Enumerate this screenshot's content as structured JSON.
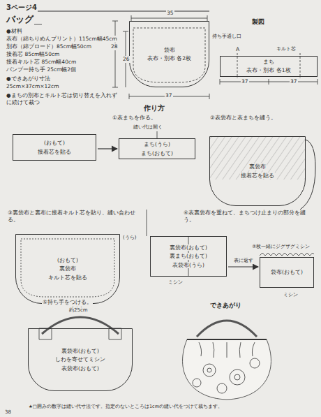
{
  "diagram": {
    "nodes": [
      {
        "text": [
          "袋布",
          "表布・別布 各2枚"
        ]
      },
      {
        "text": [
          "まち",
          "表布・別布 各1枚"
        ]
      },
      {
        "text": [
          "(おもて)",
          "接着芯を貼る"
        ]
      },
      {
        "text": [
          "まち(うら)",
          "まち(おもて)"
        ]
      },
      {
        "text": [
          "裏袋布",
          "接着芯を貼る"
        ]
      },
      {
        "text": [
          "(おもて)",
          "裏袋布",
          "キルト芯を貼る"
        ]
      },
      {
        "text": [
          "裏袋布(おもて)",
          "裏まち(おもて)",
          "表袋布(うら)"
        ]
      },
      {
        "text": [
          "袋布(おもて)"
        ]
      },
      {
        "text": [
          "裏袋布(おもて)",
          "しわを寄せてミシン",
          "表袋布(おもて)"
        ]
      }
    ],
    "edges": [
      {
        "from": 2,
        "to": 3,
        "arrow": "to"
      },
      {
        "from": 6,
        "to": 7,
        "arrow": "to",
        "label": "表に返す"
      }
    ],
    "labels": [
      "3ページ4",
      "バッグ",
      "●材料",
      "表布（綿ちりめんプリント）115cm幅45cm",
      "別布（綿ブロード）85cm幅50cm",
      "接着芯 85cm幅50cm",
      "接着キルト芯 85cm幅40cm",
      "バンブー持ち手 25cm幅2個",
      "●できあがり寸法",
      "25cm×37cm×12cm",
      "●まちの別布とキルト芯は切り替えを入れずに続けて裁つ",
      "持ち手通し口",
      "35",
      "26",
      "28",
      "37",
      "製図",
      "A",
      "キルト芯",
      "37",
      "37",
      "作り方",
      "①表まちを作る。",
      "縫い代は開く",
      "②表袋布と表まちを縫う。",
      "ミシン",
      "③裏袋布と裏布に接着キルト芯を貼り、縫い合わせる。",
      "(うら)",
      "ミシン",
      "④表裏袋布を重ねて、まちつけ止まりの部分を縫う。",
      "②枚一緒にジグザグミシン",
      "ミシン",
      "ミシン",
      "⑤持ち手をつける。",
      "約25cm",
      "できあがり",
      "★□囲みの数字は縫い代寸法です。指定のないところは1cmの縫い代をつけて裁ちます。",
      "38"
    ]
  }
}
